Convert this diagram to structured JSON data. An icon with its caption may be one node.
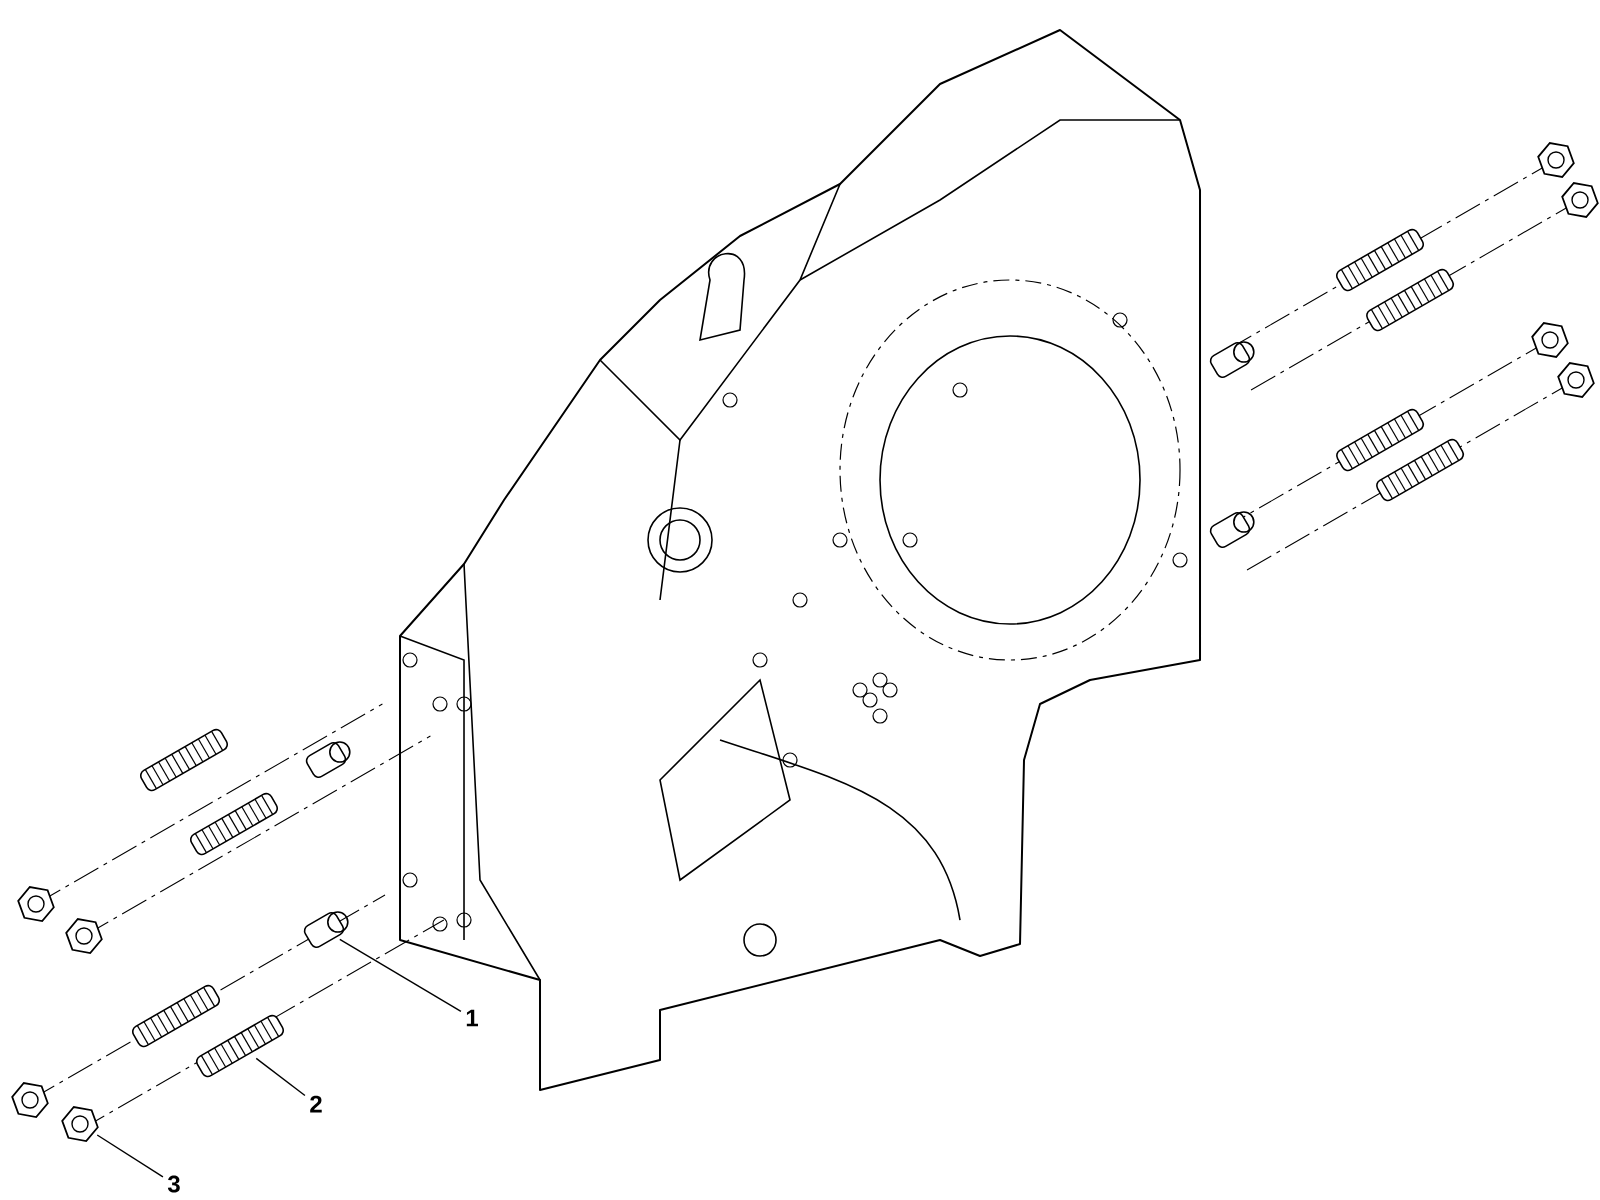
{
  "diagram": {
    "nodes": [
      {
        "text": [
          "1"
        ]
      },
      {
        "text": [],
        "shape": "picture"
      },
      {
        "text": [
          "2"
        ]
      },
      {
        "text": [],
        "shape": "picture"
      },
      {
        "text": [
          "3"
        ]
      },
      {
        "text": [],
        "shape": "picture"
      }
    ],
    "edges": [
      {
        "from": 0,
        "to": 1,
        "arrow": "none"
      },
      {
        "from": 2,
        "to": 3,
        "arrow": "none"
      },
      {
        "from": 4,
        "to": 5,
        "arrow": "none"
      }
    ]
  }
}
